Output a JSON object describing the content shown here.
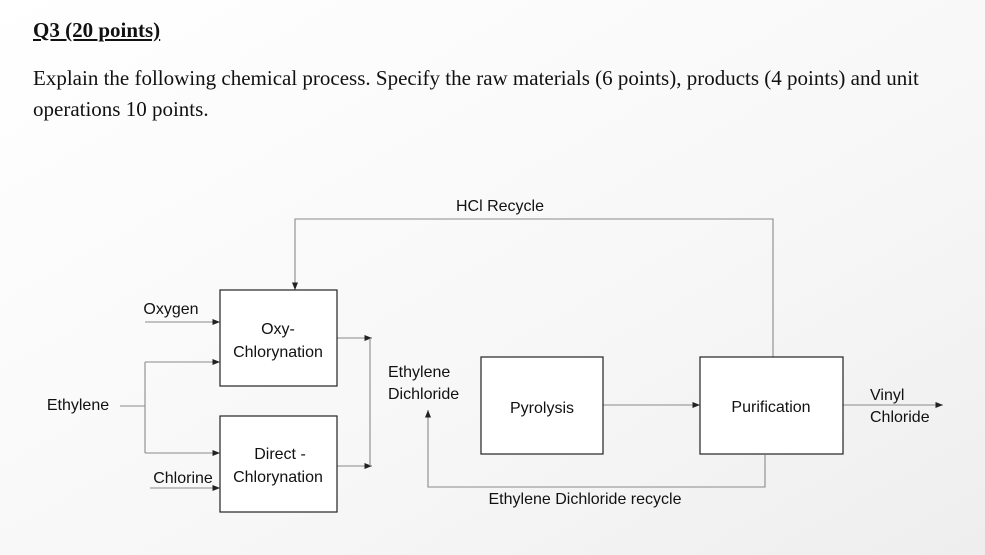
{
  "question": {
    "title": "Q3 (20 points)",
    "body": "Explain the following chemical process. Specify the raw materials (6 points), products (4 points) and unit operations 10 points."
  },
  "diagram": {
    "units": {
      "oxy_line1": "Oxy-",
      "oxy_line2": "Chlorynation",
      "direct_line1": "Direct -",
      "direct_line2": "Chlorynation",
      "pyrolysis": "Pyrolysis",
      "purification": "Purification"
    },
    "streams": {
      "oxygen": "Oxygen",
      "ethylene": "Ethylene",
      "chlorine": "Chlorine",
      "edc_line1": "Ethylene",
      "edc_line2": "Dichloride",
      "hcl_recycle": "HCl Recycle",
      "edc_recycle": "Ethylene Dichloride recycle",
      "product_line1": "Vinyl",
      "product_line2": "Chloride"
    }
  }
}
